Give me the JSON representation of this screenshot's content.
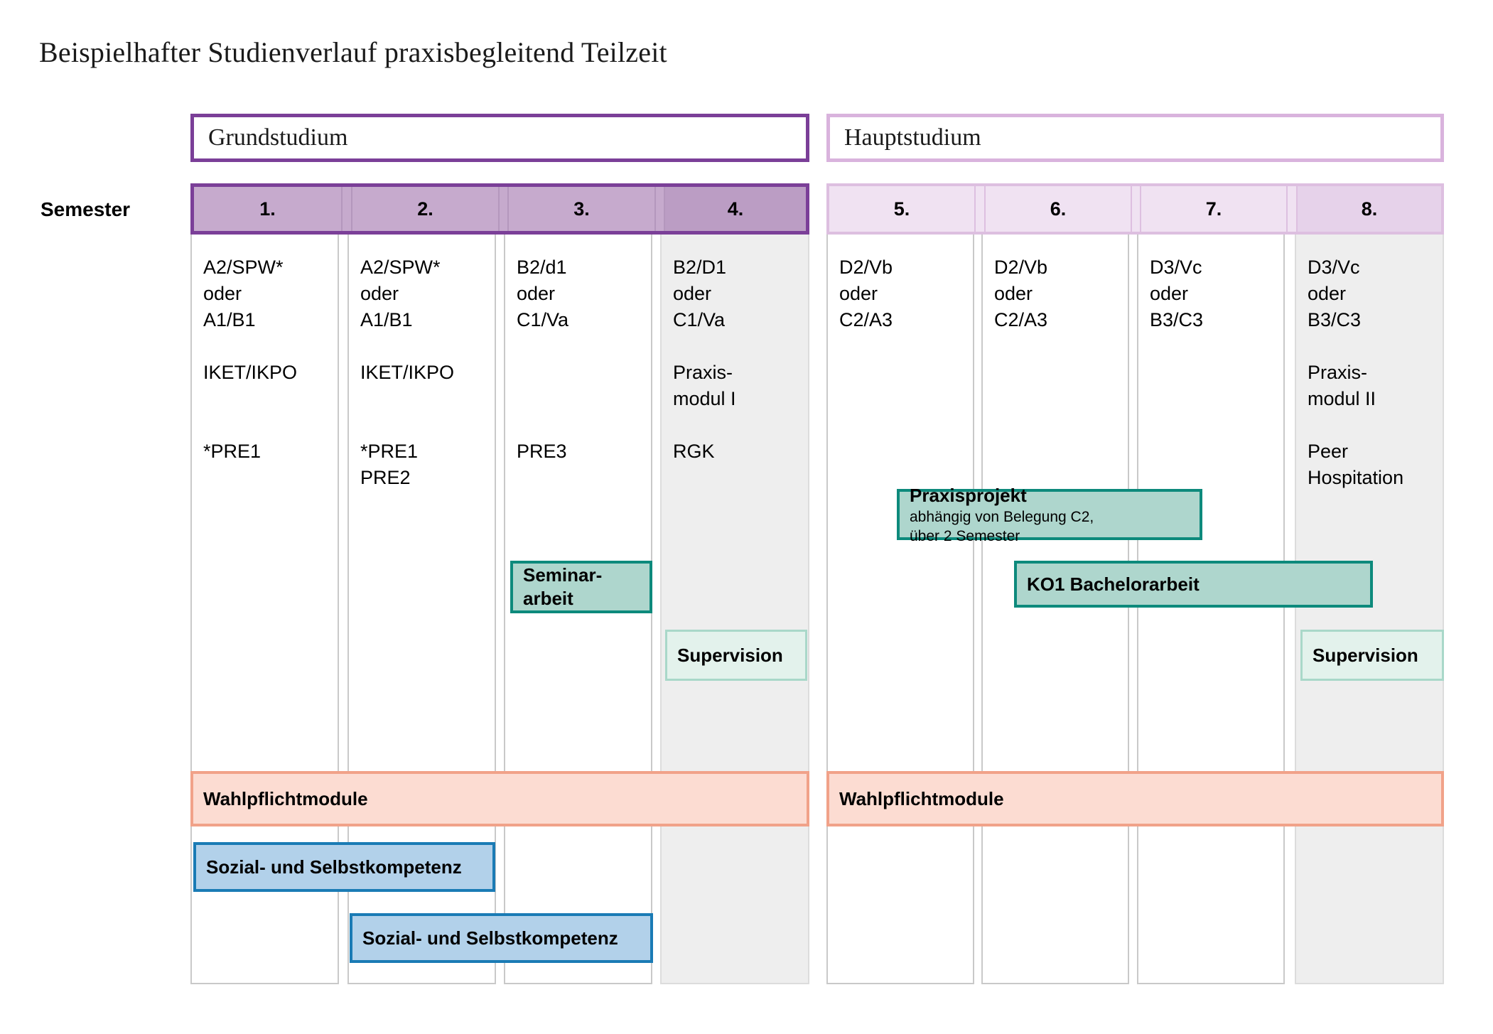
{
  "page": {
    "title": "Beispielhafter Studienverlauf praxisbegleitend Teilzeit",
    "semester_label": "Semester"
  },
  "colors": {
    "grundstudium_border": "#7b3f98",
    "grundstudium_fill": "#c6aacd",
    "hauptstudium_border": "#ddbfe0",
    "hauptstudium_fill": "#f0e2f2",
    "teal_border": "#0d8a7c",
    "teal_fill": "#aed6cd",
    "teal_light_border": "#a9d8c9",
    "teal_light_fill": "#e3f2ec",
    "salmon_border": "#f1a289",
    "salmon_fill": "#fcdcd2",
    "blue_border": "#1a7bb5",
    "blue_fill": "#b2d1ea",
    "shaded_column": "#eeeeee"
  },
  "groups": [
    {
      "id": "grundstudium",
      "label": "Grundstudium"
    },
    {
      "id": "hauptstudium",
      "label": "Hauptstudium"
    }
  ],
  "semesters": [
    {
      "number": "1.",
      "group": "grundstudium",
      "highlight": false
    },
    {
      "number": "2.",
      "group": "grundstudium",
      "highlight": false
    },
    {
      "number": "3.",
      "group": "grundstudium",
      "highlight": false
    },
    {
      "number": "4.",
      "group": "grundstudium",
      "highlight": true
    },
    {
      "number": "5.",
      "group": "hauptstudium",
      "highlight": false
    },
    {
      "number": "6.",
      "group": "hauptstudium",
      "highlight": false
    },
    {
      "number": "7.",
      "group": "hauptstudium",
      "highlight": false
    },
    {
      "number": "8.",
      "group": "hauptstudium",
      "highlight": true
    }
  ],
  "columns": [
    {
      "semester": "1.",
      "shaded": false,
      "text": "A2/SPW*\noder\nA1/B1\n\nIKET/IKPO\n\n\n*PRE1"
    },
    {
      "semester": "2.",
      "shaded": false,
      "text": "A2/SPW*\noder\nA1/B1\n\nIKET/IKPO\n\n\n*PRE1\nPRE2"
    },
    {
      "semester": "3.",
      "shaded": false,
      "text": "B2/d1\noder\nC1/Va\n\n\n\n\nPRE3"
    },
    {
      "semester": "4.",
      "shaded": true,
      "text": "B2/D1\noder\nC1/Va\n\nPraxis-\nmodul I\n\nRGK"
    },
    {
      "semester": "5.",
      "shaded": false,
      "text": "D2/Vb\noder\nC2/A3"
    },
    {
      "semester": "6.",
      "shaded": false,
      "text": "D2/Vb\noder\nC2/A3"
    },
    {
      "semester": "7.",
      "shaded": false,
      "text": "D3/Vc\noder\nB3/C3"
    },
    {
      "semester": "8.",
      "shaded": true,
      "text": "D3/Vc\noder\nB3/C3\n\nPraxis-\nmodul II\n\nPeer\nHospitation"
    }
  ],
  "overlays": [
    {
      "id": "seminararbeit",
      "title": "Seminar-\narbeit",
      "sub": "",
      "style": "teal"
    },
    {
      "id": "supervision-sem4",
      "title": "Supervision",
      "sub": "",
      "style": "teal-light"
    },
    {
      "id": "praxisprojekt",
      "title": "Praxisprojekt",
      "sub": "abhängig von Belegung C2,\nüber 2 Semester",
      "style": "teal"
    },
    {
      "id": "ko1-bachelorarbeit",
      "title": "KO1 Bachelorarbeit",
      "sub": "",
      "style": "teal"
    },
    {
      "id": "supervision-sem8",
      "title": "Supervision",
      "sub": "",
      "style": "teal-light"
    },
    {
      "id": "wahlpflichtmodule-1",
      "title": "Wahlpflichtmodule",
      "sub": "",
      "style": "salmon"
    },
    {
      "id": "wahlpflichtmodule-2",
      "title": "Wahlpflichtmodule",
      "sub": "",
      "style": "salmon"
    },
    {
      "id": "sozialkompetenz-1",
      "title": "Sozial- und Selbstkompetenz",
      "sub": "",
      "style": "blue"
    },
    {
      "id": "sozialkompetenz-2",
      "title": "Sozial- und Selbstkompetenz",
      "sub": "",
      "style": "blue"
    }
  ]
}
